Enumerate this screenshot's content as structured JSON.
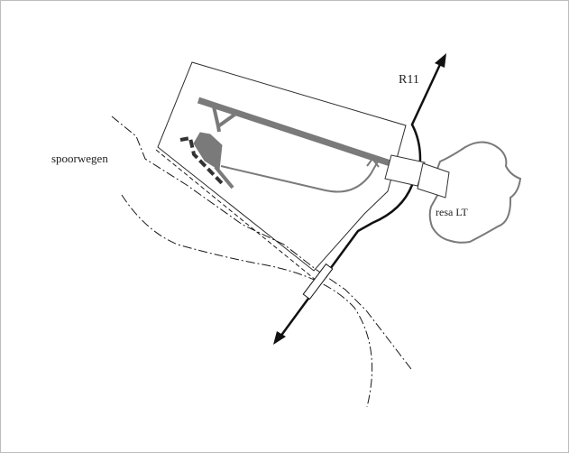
{
  "labels": {
    "road": "R11",
    "railway": "spoorwegen",
    "area": "resa LT"
  },
  "colors": {
    "outline": "#2b2b2b",
    "road": "#111111",
    "runway": "#7a7a7a",
    "railway": "#1a1a1a",
    "frame_border": "#bdbdbd"
  },
  "icons": {
    "road_arrow_north": "arrowhead",
    "road_arrow_south": "arrowhead"
  }
}
